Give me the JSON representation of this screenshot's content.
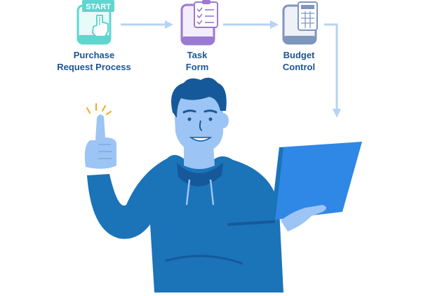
{
  "colors": {
    "label": "#1c5594",
    "arrow": "#b6d3f5",
    "start_teal": "#5fd6cf",
    "form_purple": "#9b7ad1",
    "control_slate": "#7f96bd",
    "skin": "#9cc4f4",
    "hoodie": "#1b73b8",
    "hair": "#16599a",
    "laptop": "#2f87e6"
  },
  "start_badge": {
    "text": "START",
    "icon": "pointing-hand-icon"
  },
  "steps": [
    {
      "line1": "Purchase",
      "line2": "Request Process",
      "icon": "tablet-touch-icon"
    },
    {
      "line1": "Task",
      "line2": "Form",
      "icon": "checklist-form-icon"
    },
    {
      "line1": "Budget",
      "line2": "Control",
      "icon": "calculator-icon"
    }
  ],
  "illustration": {
    "person": "man-thumbs-up-holding-laptop",
    "icon": "thumbs-up-icon"
  }
}
